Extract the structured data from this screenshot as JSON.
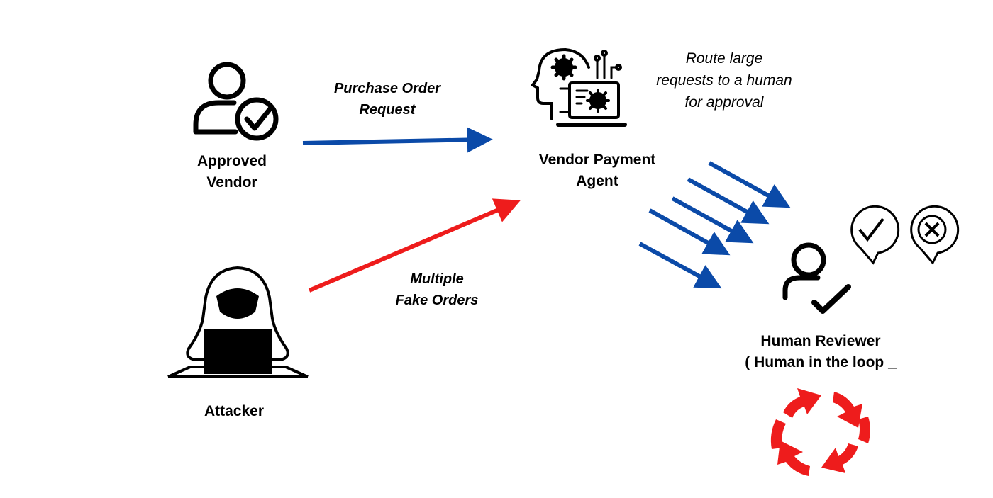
{
  "nodes": {
    "approved_vendor": {
      "lines": [
        "Approved",
        "Vendor"
      ]
    },
    "attacker": {
      "lines": [
        "Attacker"
      ]
    },
    "agent": {
      "lines": [
        "Vendor Payment",
        "Agent"
      ]
    },
    "reviewer": {
      "lines": [
        "Human Reviewer",
        "( Human in the loop _"
      ]
    }
  },
  "edges": {
    "purchase_order": {
      "lines": [
        "Purchase Order",
        "Request"
      ]
    },
    "fake_orders": {
      "lines": [
        "Multiple",
        "Fake Orders"
      ]
    }
  },
  "annotation": {
    "lines": [
      "Route large",
      "requests to a human",
      "for approval"
    ]
  },
  "icons": {
    "approved_vendor": "user-check-icon",
    "attacker": "hooded-hacker-laptop-icon",
    "agent": "ai-head-gears-laptop-icon",
    "reviewer": "user-check-icon",
    "approve_bubble": "check-bubble-icon",
    "reject_bubble": "x-bubble-icon",
    "loop": "circular-arrows-icon"
  },
  "colors": {
    "legit_flow": "#0b4aa8",
    "attack_flow": "#ee1c1c",
    "loop": "#ee1c1c",
    "ink": "#000000"
  }
}
